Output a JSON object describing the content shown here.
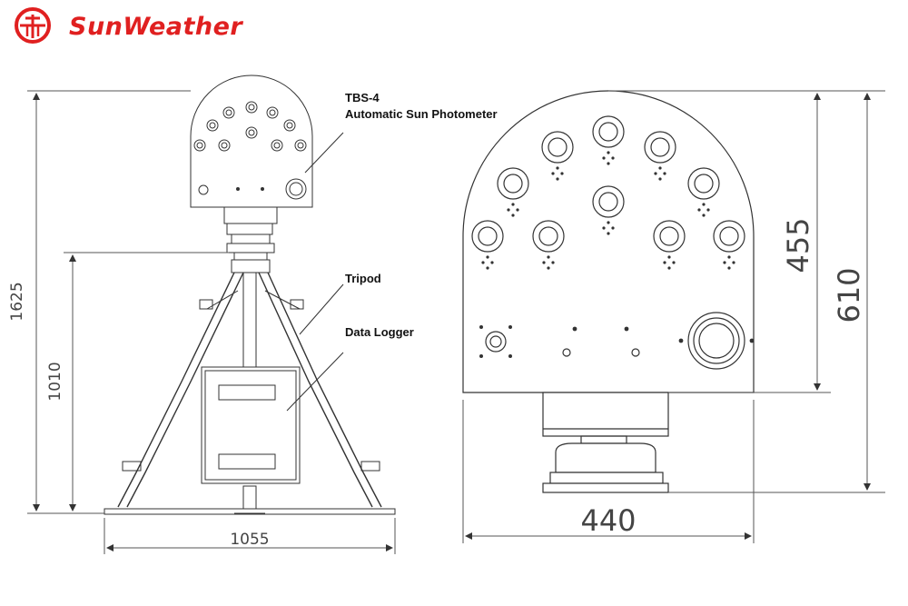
{
  "brand": {
    "name": "SunWeather",
    "color": "#e02020"
  },
  "labels": {
    "model": "TBS-4",
    "product": "Automatic Sun Photometer",
    "tripod": "Tripod",
    "logger": "Data Logger"
  },
  "dimensions": {
    "total_height": "1625",
    "tripod_height": "1010",
    "tripod_width": "1055",
    "head_width": "440",
    "dome_height": "455",
    "head_height": "610"
  }
}
